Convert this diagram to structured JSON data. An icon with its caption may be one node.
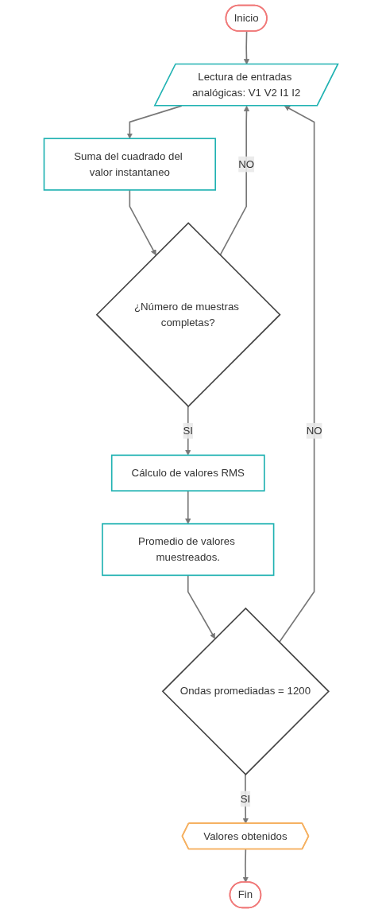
{
  "diagram": {
    "nodes": [
      {
        "text": [
          "Inicio"
        ]
      },
      {
        "text": [
          "Lectura de entradas analógicas: V1 V2 I1 I2"
        ]
      },
      {
        "text": [
          "Suma del cuadrado del valor instantaneo"
        ]
      },
      {
        "text": [
          "¿Número de muestras completas?"
        ]
      },
      {
        "text": [
          "Cálculo de valores RMS"
        ]
      },
      {
        "text": [
          "Promedio de valores muestreados."
        ]
      },
      {
        "text": [
          "Ondas promediadas = 1200"
        ]
      },
      {
        "text": [
          "Valores obtenidos"
        ]
      },
      {
        "text": [
          "Fin"
        ]
      }
    ],
    "edges": [
      {
        "from": 0,
        "to": 1,
        "arrow": "to"
      },
      {
        "from": 1,
        "to": 2,
        "arrow": "to"
      },
      {
        "from": 2,
        "to": 3,
        "arrow": "to"
      },
      {
        "from": 3,
        "to": 4,
        "arrow": "to",
        "label": "SI"
      },
      {
        "from": 3,
        "to": 1,
        "arrow": "to",
        "label": "NO"
      },
      {
        "from": 4,
        "to": 5,
        "arrow": "to"
      },
      {
        "from": 5,
        "to": 6,
        "arrow": "to"
      },
      {
        "from": 6,
        "to": 1,
        "arrow": "to",
        "label": "NO"
      },
      {
        "from": 6,
        "to": 7,
        "arrow": "to",
        "label": "SI"
      },
      {
        "from": 7,
        "to": 8,
        "arrow": "to"
      }
    ]
  }
}
